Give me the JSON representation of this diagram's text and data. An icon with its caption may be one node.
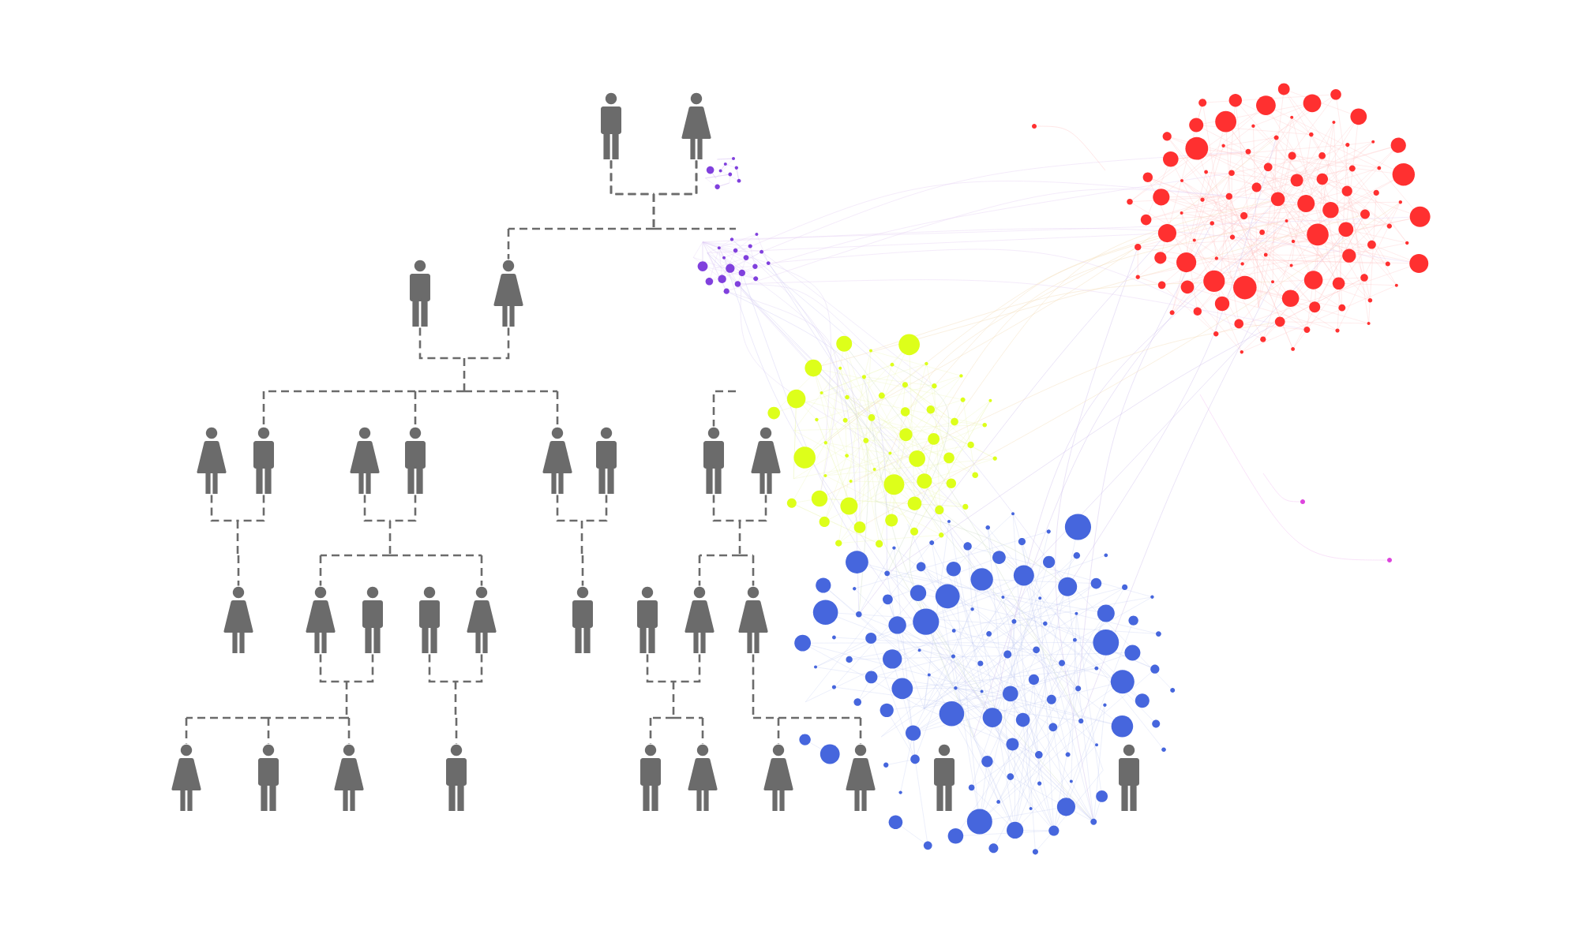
{
  "diagram": {
    "nodes": [
      {
        "text": [],
        "shape": "person"
      },
      {
        "text": [],
        "shape": "person"
      },
      {
        "text": [],
        "shape": "person"
      },
      {
        "text": [],
        "shape": "person"
      },
      {
        "text": [],
        "shape": "person"
      },
      {
        "text": [],
        "shape": "person"
      },
      {
        "text": [],
        "shape": "person"
      },
      {
        "text": [],
        "shape": "person"
      },
      {
        "text": [],
        "shape": "person"
      },
      {
        "text": [],
        "shape": "person"
      },
      {
        "text": [],
        "shape": "person"
      },
      {
        "text": [],
        "shape": "person"
      },
      {
        "text": [],
        "shape": "person"
      },
      {
        "text": [],
        "shape": "person"
      },
      {
        "text": [],
        "shape": "person"
      },
      {
        "text": [],
        "shape": "person"
      },
      {
        "text": [],
        "shape": "person"
      },
      {
        "text": [],
        "shape": "person"
      },
      {
        "text": [],
        "shape": "person"
      },
      {
        "text": [],
        "shape": "person"
      },
      {
        "text": [],
        "shape": "person"
      },
      {
        "text": [],
        "shape": "person"
      },
      {
        "text": [],
        "shape": "person"
      },
      {
        "text": [],
        "shape": "person"
      },
      {
        "text": [],
        "shape": "person"
      },
      {
        "text": [],
        "shape": "person"
      },
      {
        "text": [],
        "shape": "person"
      },
      {
        "text": [],
        "shape": "person"
      },
      {
        "text": [],
        "shape": "person"
      },
      {
        "text": [],
        "shape": "person"
      },
      {
        "text": [],
        "shape": "person"
      }
    ],
    "edges": [
      {
        "from": 0,
        "to": 3,
        "arrow": "none"
      },
      {
        "from": 1,
        "to": 3,
        "arrow": "none"
      },
      {
        "from": 0,
        "to": null,
        "arrow": "none"
      },
      {
        "from": 1,
        "to": null,
        "arrow": "none"
      },
      {
        "from": 2,
        "to": 5,
        "arrow": "none"
      },
      {
        "from": 3,
        "to": 5,
        "arrow": "none"
      },
      {
        "from": 2,
        "to": 7,
        "arrow": "none"
      },
      {
        "from": 3,
        "to": 7,
        "arrow": "none"
      },
      {
        "from": 2,
        "to": 8,
        "arrow": "none"
      },
      {
        "from": 3,
        "to": 8,
        "arrow": "none"
      },
      {
        "from": null,
        "to": 10,
        "arrow": "none"
      },
      {
        "from": 4,
        "to": 12,
        "arrow": "none"
      },
      {
        "from": 5,
        "to": 12,
        "arrow": "none"
      },
      {
        "from": 6,
        "to": 13,
        "arrow": "none"
      },
      {
        "from": 7,
        "to": 13,
        "arrow": "none"
      },
      {
        "from": 6,
        "to": 16,
        "arrow": "none"
      },
      {
        "from": 7,
        "to": 16,
        "arrow": "none"
      },
      {
        "from": 8,
        "to": 17,
        "arrow": "none"
      },
      {
        "from": 9,
        "to": 17,
        "arrow": "none"
      },
      {
        "from": 10,
        "to": 19,
        "arrow": "none"
      },
      {
        "from": 11,
        "to": 19,
        "arrow": "none"
      },
      {
        "from": 10,
        "to": 20,
        "arrow": "none"
      },
      {
        "from": 11,
        "to": 20,
        "arrow": "none"
      },
      {
        "from": 13,
        "to": 21,
        "arrow": "none"
      },
      {
        "from": 14,
        "to": 21,
        "arrow": "none"
      },
      {
        "from": 13,
        "to": 22,
        "arrow": "none"
      },
      {
        "from": 14,
        "to": 22,
        "arrow": "none"
      },
      {
        "from": 13,
        "to": 23,
        "arrow": "none"
      },
      {
        "from": 14,
        "to": 23,
        "arrow": "none"
      },
      {
        "from": 15,
        "to": 24,
        "arrow": "none"
      },
      {
        "from": 16,
        "to": 24,
        "arrow": "none"
      },
      {
        "from": 18,
        "to": 25,
        "arrow": "none"
      },
      {
        "from": 19,
        "to": 25,
        "arrow": "none"
      },
      {
        "from": 18,
        "to": 26,
        "arrow": "none"
      },
      {
        "from": 19,
        "to": 26,
        "arrow": "none"
      },
      {
        "from": 20,
        "to": 27,
        "arrow": "none"
      },
      {
        "from": 20,
        "to": 28,
        "arrow": "none"
      }
    ]
  }
}
